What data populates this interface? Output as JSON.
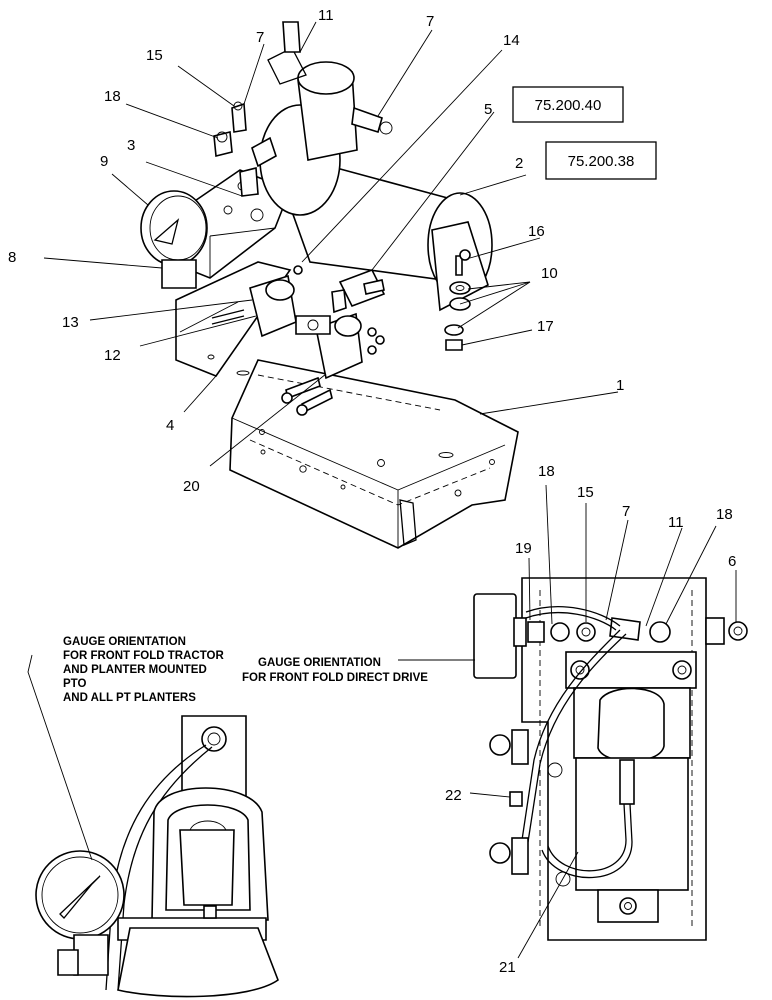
{
  "reference_boxes": [
    "75.200.40",
    "75.200.38"
  ],
  "callouts": {
    "c11a": "11",
    "c7a": "7",
    "c7b": "7",
    "c14": "14",
    "c15a": "15",
    "c18a": "18",
    "c5": "5",
    "c3": "3",
    "c9": "9",
    "c2": "2",
    "c16": "16",
    "c8": "8",
    "c10": "10",
    "c13": "13",
    "c17": "17",
    "c12": "12",
    "c1": "1",
    "c4": "4",
    "c20": "20",
    "c18b": "18",
    "c15b": "15",
    "c7c": "7",
    "c11b": "11",
    "c18c": "18",
    "c19": "19",
    "c6": "6",
    "c22": "22",
    "c21": "21"
  },
  "notes": {
    "left_orientation": [
      "GAUGE ORIENTATION",
      "FOR FRONT FOLD TRACTOR",
      "AND PLANTER MOUNTED",
      "PTO",
      "AND ALL PT PLANTERS"
    ],
    "right_orientation": [
      "GAUGE ORIENTATION",
      "FOR FRONT FOLD DIRECT DRIVE"
    ]
  },
  "icons": [
    "gauge-icon",
    "pump-motor-icon",
    "reservoir-icon",
    "knob-icon",
    "fitting-icon"
  ]
}
